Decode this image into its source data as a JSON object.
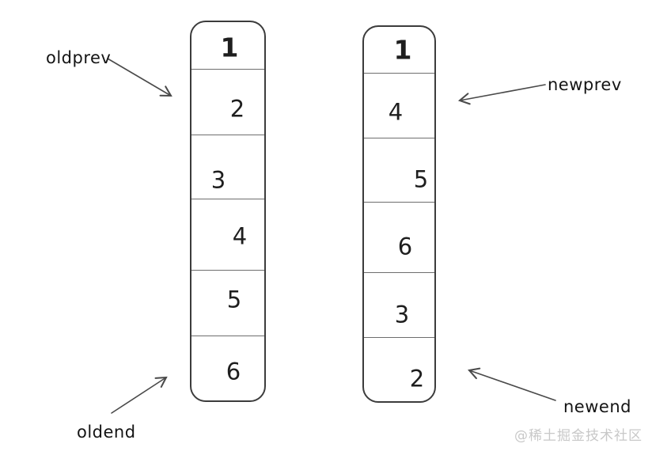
{
  "old_list": {
    "cells": [
      "1",
      "2",
      "3",
      "4",
      "5",
      "6"
    ]
  },
  "new_list": {
    "cells": [
      "1",
      "4",
      "5",
      "6",
      "3",
      "2"
    ]
  },
  "labels": {
    "oldprev": "oldprev",
    "oldend": "oldend",
    "newprev": "newprev",
    "newend": "newend"
  },
  "watermark": "@稀土掘金技术社区",
  "colors": {
    "list_stroke": "#3c3c3c",
    "divider_stroke": "#6e6e6e",
    "arrow_stroke": "#4a4a4a",
    "text": "#1e1e1e",
    "watermark": "#c8c8c8",
    "background": "#ffffff"
  }
}
